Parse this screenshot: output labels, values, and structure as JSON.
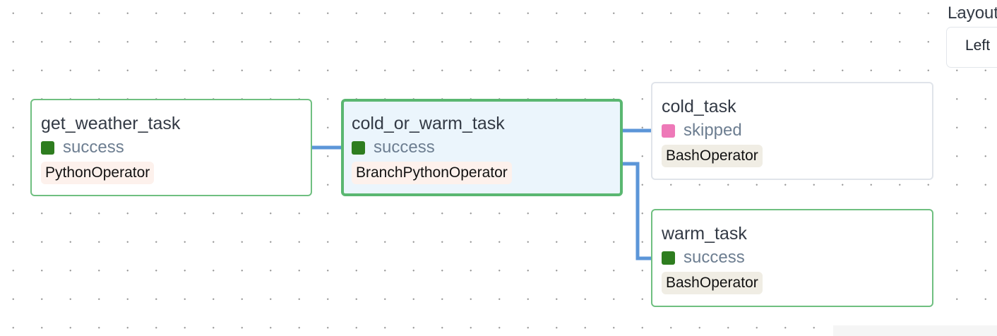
{
  "layout": {
    "label": "Layout",
    "selected_option": "Left"
  },
  "nodes": [
    {
      "id": "get_weather_task",
      "title": "get_weather_task",
      "state": "success",
      "state_color": "#2e7d1f",
      "operator": "PythonOperator",
      "operator_color": "#fdf1ec"
    },
    {
      "id": "cold_or_warm_task",
      "title": "cold_or_warm_task",
      "state": "success",
      "state_color": "#2e7d1f",
      "operator": "BranchPythonOperator",
      "operator_color": "#fdf1ec",
      "selected": true
    },
    {
      "id": "cold_task",
      "title": "cold_task",
      "state": "skipped",
      "state_color": "#ee79b8",
      "operator": "BashOperator",
      "operator_color": "#f0ede4"
    },
    {
      "id": "warm_task",
      "title": "warm_task",
      "state": "success",
      "state_color": "#2e7d1f",
      "operator": "BashOperator",
      "operator_color": "#f0ede4"
    }
  ],
  "edges": [
    {
      "from": "get_weather_task",
      "to": "cold_or_warm_task"
    },
    {
      "from": "cold_or_warm_task",
      "to": "cold_task"
    },
    {
      "from": "cold_or_warm_task",
      "to": "warm_task"
    }
  ],
  "colors": {
    "edge": "#5c96d8",
    "success_border": "#6fbf80",
    "selected_background": "#ebf5fc",
    "skipped_border": "#e0e4ea"
  }
}
